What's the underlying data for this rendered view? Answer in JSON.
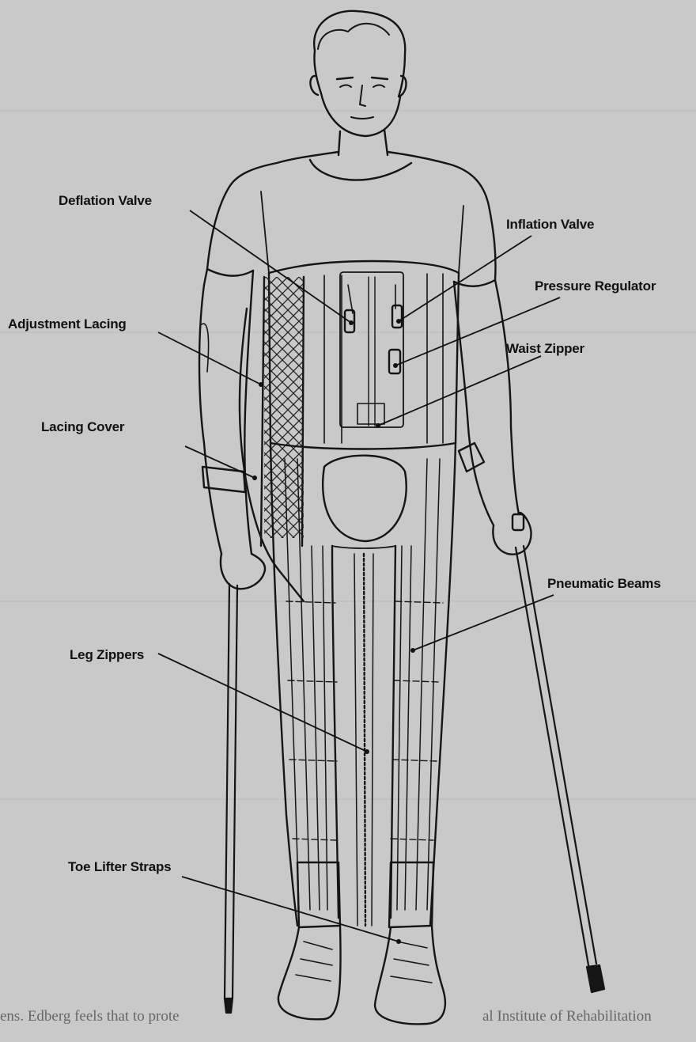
{
  "diagram": {
    "labels": {
      "deflation_valve": "Deflation Valve",
      "inflation_valve": "Inflation Valve",
      "pressure_regulator": "Pressure Regulator",
      "adjustment_lacing": "Adjustment Lacing",
      "waist_zipper": "Waist Zipper",
      "lacing_cover": "Lacing Cover",
      "pneumatic_beams": "Pneumatic Beams",
      "leg_zippers": "Leg Zippers",
      "toe_lifter_straps": "Toe Lifter Straps"
    },
    "footer_text": {
      "left": "ens. Edberg feels that to prote",
      "right": "al Institute of Rehabilitation"
    }
  },
  "colors": {
    "background": "#c9c9c9",
    "ink": "#111111"
  }
}
